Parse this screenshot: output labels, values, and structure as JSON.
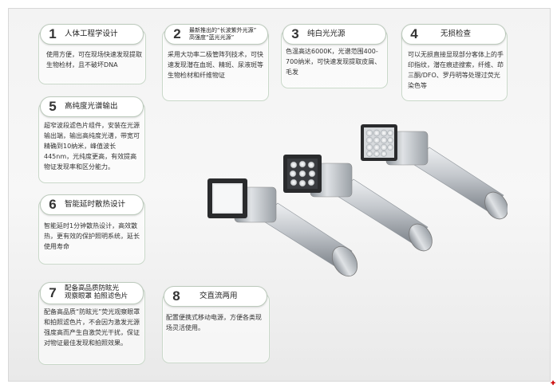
{
  "features": [
    {
      "num": "1",
      "title": "人体工程学设计",
      "body": "使用方便，可在现场快速发现提取生物检材，且不破坏DNA"
    },
    {
      "num": "2",
      "title_line1": "最新推出的“长波紫外光源”",
      "title_line2": "高强度“蓝光光源”",
      "body": "采用大功率二极管阵列技术，可快速发现潜在血斑、精斑、尿液斑等生物检材和纤维物证"
    },
    {
      "num": "3",
      "title": "纯白光光源",
      "body": "色温高达6000K，光谱范围400-700纳米，可快速发现提取皮屑、毛发"
    },
    {
      "num": "4",
      "title": "无损检查",
      "body": "可以无损直接显现部分客体上的手印指纹，潜在痕迹搜索，纤维、茚三酮/DFO、罗丹明等处理过荧光染色等"
    },
    {
      "num": "5",
      "title": "高纯度光谱输出",
      "body": "超窄波段滤色片组件，安装在光源输出端，输出高纯度光谱，带宽可精确到10纳米，峰值波长445nm，光纯度更高，有效提高物证发现率和区分能力。"
    },
    {
      "num": "6",
      "title": "智能延时散热设计",
      "body": "智能延时1分钟散热设计，高效散热，更有效的保护照明系统，延长使用寿命"
    },
    {
      "num": "7",
      "title_line1": "配备高品质防眩光",
      "title_line2": "观察眼罩  拍照滤色片",
      "body": "配备高品质“防眩光”荧光观察眼罩和拍照滤色片，不会因为激发光源强度高而产生自激荧光干扰，保证对物证最佳发现和拍照效果。"
    },
    {
      "num": "8",
      "title": "交直流两用",
      "body": "配置便携式移动电源，方便各类现场灵活使用。"
    }
  ],
  "colors": {
    "card_border": "#c9d8c9",
    "body_text": "#333333",
    "metal": "#c7cbd0"
  }
}
